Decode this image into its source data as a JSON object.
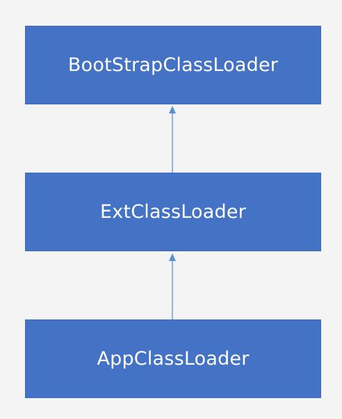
{
  "diagram": {
    "nodes": [
      {
        "id": "bootstrap",
        "label": "BootStrapClassLoader"
      },
      {
        "id": "ext",
        "label": "ExtClassLoader"
      },
      {
        "id": "app",
        "label": "AppClassLoader"
      }
    ],
    "edges": [
      {
        "from": "ext",
        "to": "bootstrap"
      },
      {
        "from": "app",
        "to": "ext"
      }
    ],
    "colors": {
      "node_fill": "#4472c4",
      "node_text": "#ffffff",
      "arrow": "#5b8fd0",
      "background": "#f4f4f4"
    }
  }
}
